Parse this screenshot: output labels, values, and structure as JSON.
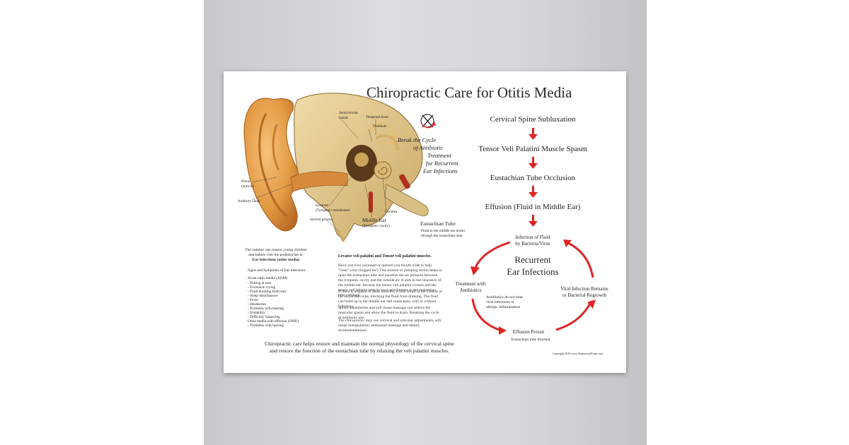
{
  "poster": {
    "title": "Chiropractic Care for Otitis Media",
    "tagline": [
      "Break the Cycle",
      "of Antibiotic",
      "Treatment",
      "for Recurrent",
      "Ear Infections"
    ],
    "flow": [
      "Cervical Spine Subluxation",
      "Tensor Veli Palatini Muscle Spasm",
      "Eustachian Tube Occlusion",
      "Effusion (Fluid in Middle Ear)"
    ],
    "cycle": {
      "title_line1": "Recurrent",
      "title_line2": "Ear Infections",
      "top_line1": "Infection of Fluid",
      "top_line2": "by Bacteria/Virus",
      "left_line1": "Treatment with",
      "left_line2": "Antibiotics",
      "right_line1": "Viral Infection Remains",
      "right_line2": "or Bacterial Regrowth",
      "bottom": "Effusion Persist",
      "bottom_sub": "Eustachian tube blocked",
      "note_line1": "Antibiotics do not treat",
      "note_line2": "viral infections or",
      "note_line3": "allergic inflammation"
    },
    "ear_labels": {
      "semicircular": "Semicircular",
      "canals": "canals",
      "temporal": "Temporal bone",
      "vestibule": "Vestibule",
      "pinna": "Pinna",
      "auricle": "(auricle)",
      "auditory": "Auditory canal",
      "eardrum": "Eardrum",
      "tympanic_membrane": "(Tympanic membrane)",
      "styloid": "Styloid process",
      "middle_ear": "Middle Ear",
      "tympanic_cavity": "(Tympanic cavity)",
      "cochlea": "Cochlea",
      "eustachian": "Eustachian Tube",
      "fluid_line1": "Fluid in the middle ear drains",
      "fluid_line2": "through the eustachian tube."
    },
    "left_text": {
      "intro_line1": "The number one reason young children",
      "intro_line2": "and babies visit the pediatrician is:",
      "intro_line3": "Ear Infections (otitis media)",
      "signs_heading": "Signs and Symptoms of Ear Infections",
      "aom_heading": "Acute otitis media (AOM)",
      "aom_items": [
        "- Pulling at ears",
        "- Excessive crying",
        "- Fluid draining from ears",
        "- Sleep disturbances",
        "- Fever",
        "- Headaches",
        "- Problems with hearing",
        "- Irritability",
        "- Difficulty balancing"
      ],
      "ome_heading": "Otitis media with effusion (OME)",
      "ome_items": [
        "- Problems with hearing"
      ]
    },
    "middle_text": {
      "heading": "Levator veli palatini and Tensor veli palatini muscles.",
      "p1": "Have you ever swooned or opened you mouth wide to help \"clear\" your clogged ear? This motion or pumping action helps to open the eustachian tube and equalize the air pressure between the tympanic cavity and the outside air. It aids in the clearance of the middle ear, because the tensor veli palatini crosses and the tensor veli palatini muscle have attachments to the eustachian tube cartilage.",
      "p2": "If there is a spasm in these muscles, it may result in the closure of the eustachian tube, blocking the fluid from draining. The fluid can build up in the middle ear and cause pain, with or without infection.",
      "p3": "Spinal adjustments and soft tissue massage can relieve the muscular spasm and allow the fluid to drain. Breaking the cycle of antibiotic use.",
      "p4": "The chiropractor may use cervical and articular adjustments, soft tissue manipulation, endonasal massage and dietary recommendations."
    },
    "bottom_line1": "Chiropractic care helps restore and maintain the normal physiology of the cervical spine",
    "bottom_line2": "and restore the function of the eustachian tube by relaxing the veli palatini muscles.",
    "copyright": "Copyright 2019 www.AnatomicalPrints.com"
  },
  "colors": {
    "accent_red": "#e02424",
    "skin": "#e8a24a",
    "bone": "#e9d5a0"
  }
}
